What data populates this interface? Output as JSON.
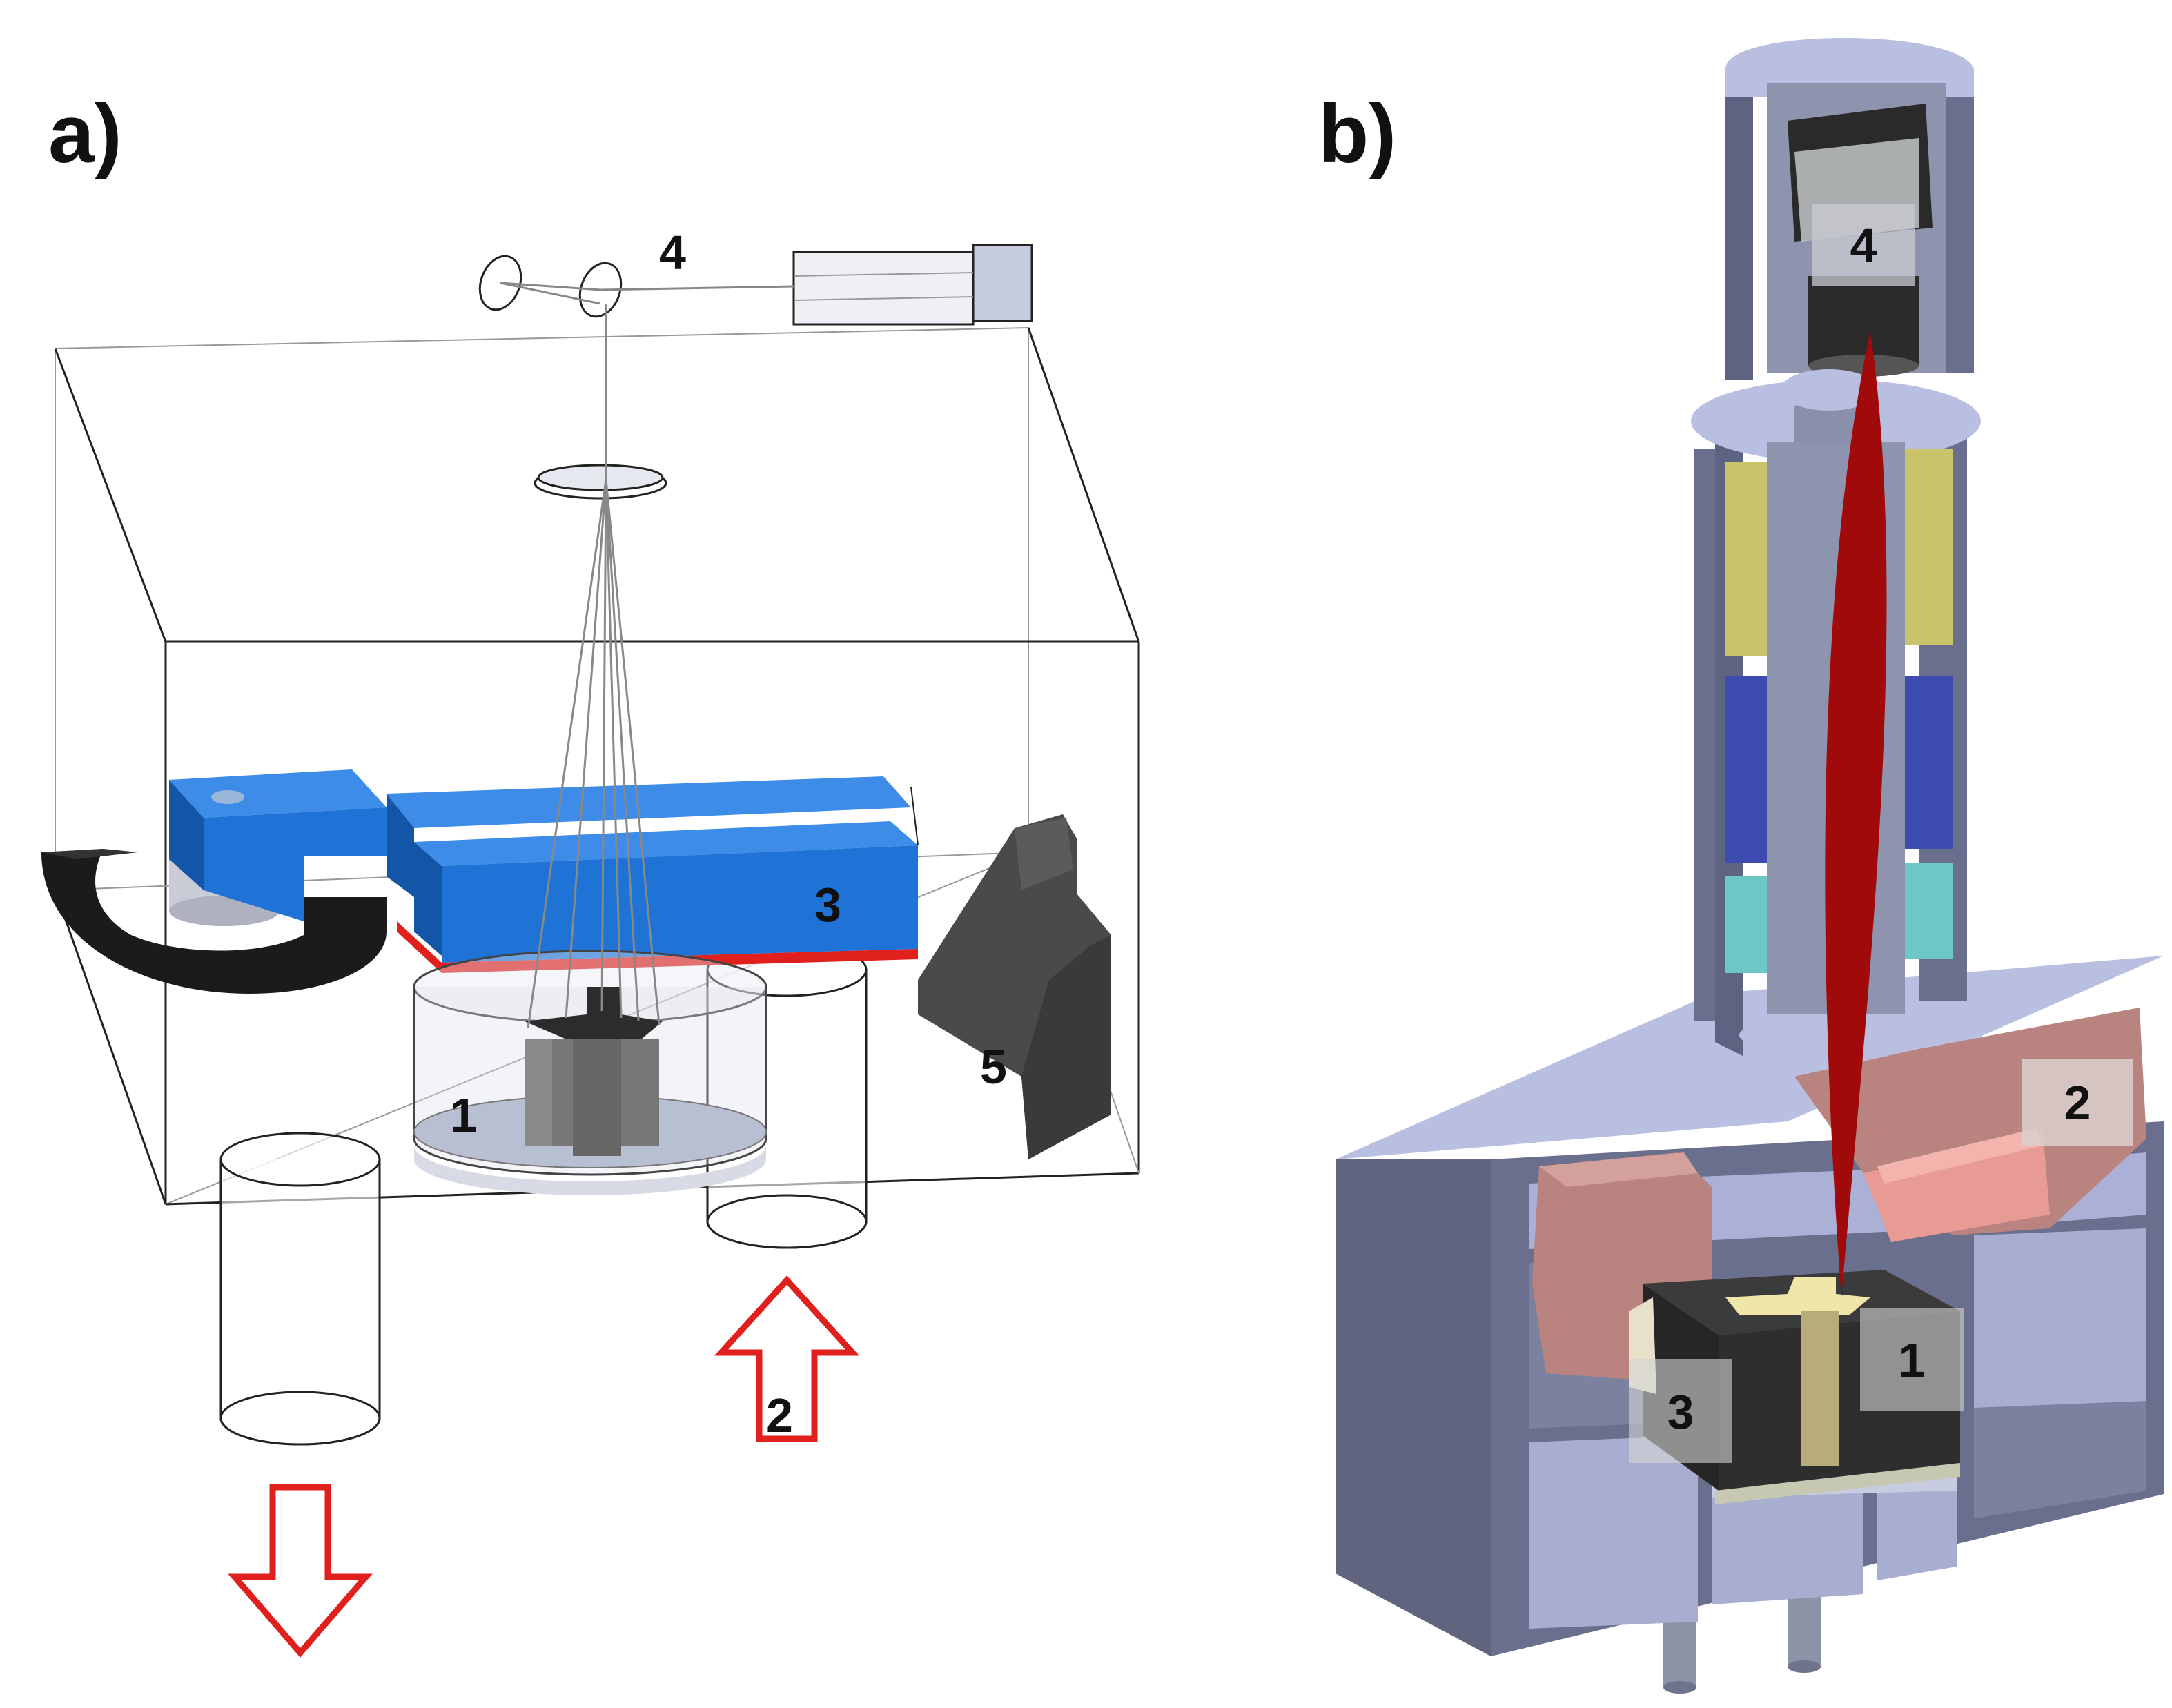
{
  "figure": {
    "panel_a": {
      "label": "a)",
      "callouts": {
        "c1": "1",
        "c2": "2",
        "c3": "3",
        "c4": "4",
        "c5": "5"
      }
    },
    "panel_b": {
      "label": "b)",
      "callouts": {
        "c1": "1",
        "c2": "2",
        "c3": "3",
        "c4": "4"
      }
    },
    "colors": {
      "blue_stage": "#1f73d6",
      "red_arrow": "#e0201c",
      "laser_red": "#a00a0a",
      "housing": "#6a6f8e",
      "yellow": "#c9c46a",
      "indigo": "#3e4bb0",
      "teal": "#6fc7c5",
      "copper": "#b9847f",
      "dark_grey": "#4a4a4a"
    }
  }
}
